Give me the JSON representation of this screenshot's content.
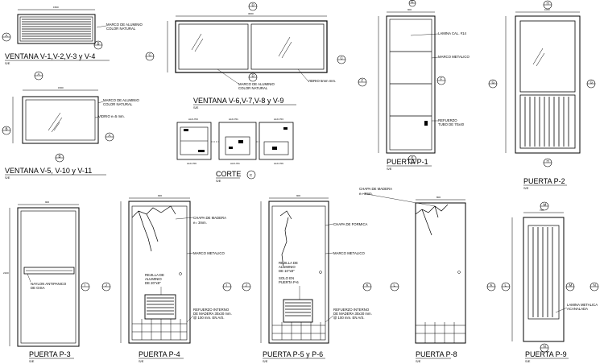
{
  "titles": {
    "v1": "VENTANA V-1,V-2,V-3 y V-4",
    "v5": "VENTANA V-5, V-10 y V-11",
    "v6": "VENTANA V-6,V-7,V-8 y V-9",
    "corte": "CORTE",
    "p1": "PUERTA P-1",
    "p2": "PUERTA P-2",
    "p3": "PUERTA P-3",
    "p4": "PUERTA P-4",
    "p5": "PUERTA P-5 y P-6",
    "p8": "PUERTA P-8",
    "p9": "PUERTA P-9"
  },
  "scale_label": "S/E",
  "notes": {
    "marco_aluminio_1": "MARCO DE ALUMINIO",
    "color_natural_1": "COLOR NATURAL",
    "marco_aluminio_2": "MARCO DE ALUMINIO",
    "color_natural_2": "COLOR NATURAL",
    "vidrio_1": "VIDRIO e=5 mm.",
    "marco_aluminio_3": "MARCO DE ALUMINIO",
    "color_natural_3": "COLOR NATURAL",
    "vidrio_2": "VIDRIO 5mm mm.",
    "lamina": "LAMINA CAL. #14",
    "marco_metalico_1": "MARCO METALICO",
    "refuerzo_1": "REFUERZO",
    "tubo": "TUBO DE 70x40",
    "chapa_madera_1": "CHAPA DE MADERA",
    "espesor_1": "e= 3mm.",
    "marco_metalico_2": "MARCO METALICO",
    "rejilla_1": "REJILLA DE",
    "aluminio_1": "ALUMINIO",
    "medida_1": "DE 20\"x8\"",
    "refuerzo_int_1": "REFUERZO INTERNO",
    "madera_1": "DE MADERA 30x30 mm.",
    "separacion_1": "@ 100 mm. EN A/S.",
    "chapa_formica": "CHAPA DE FORMICA",
    "marco_metalico_3": "MARCO METALICO",
    "rejilla_2": "REJILLA DE",
    "aluminio_2": "ALUMINIO",
    "medida_2": "DE 10\"x8\"",
    "solo_en": "SOLO EN",
    "puerta_p6": "PUERTA P-6",
    "refuerzo_int_2": "REFUERZO INTERNO",
    "madera_2": "DE MADERA 30x30 mm.",
    "separacion_2": "@ 100 mm. EN A/S.",
    "chapa_madera_2": "CHAPA DE MADERA",
    "espesor_2": "e= 3mm.",
    "naylon": "NAYLON ANTIPANICO",
    "gisa": "DE GISA",
    "lamina_metalica": "LAMINA METALICA",
    "acanalada": "ACANALADA"
  },
  "profiles": {
    "a1": "ALD-703",
    "a2": "ALD-701",
    "a3": "ALD-703",
    "a4": "ALD-709",
    "a5": "ALD-701",
    "a6": "ALD-709"
  },
  "section_marks": {
    "m1": "A",
    "m2": "B",
    "m3": "A",
    "m4": "B",
    "m5": "A",
    "m6": "B",
    "m7": "C",
    "m8": "D",
    "m9": "C",
    "m10": "D",
    "m11": "F",
    "m12": "E",
    "m13": "F",
    "m14": "E",
    "m15": "G",
    "m16": "H",
    "m17": "G",
    "m18": "H",
    "m19": "I",
    "m20": "J",
    "m21": "I",
    "m22": "J",
    "m23": "K",
    "m24": "L",
    "m25": "K",
    "m26": "L",
    "m27": "M",
    "m28": "N",
    "m29": "M",
    "m30": "N",
    "m31": "C"
  }
}
